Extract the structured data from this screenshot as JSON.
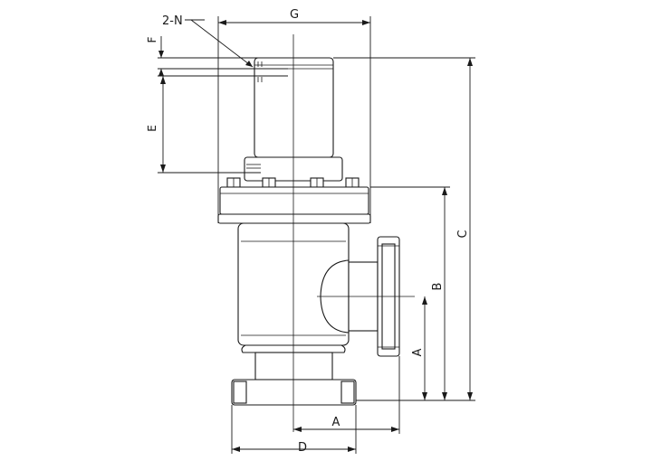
{
  "labels": {
    "callout": "2-N",
    "dim_g": "G",
    "dim_f": "F",
    "dim_e": "E",
    "dim_c": "C",
    "dim_b": "B",
    "dim_a_vertical": "A",
    "dim_a_horizontal": "A",
    "dim_d": "D"
  }
}
